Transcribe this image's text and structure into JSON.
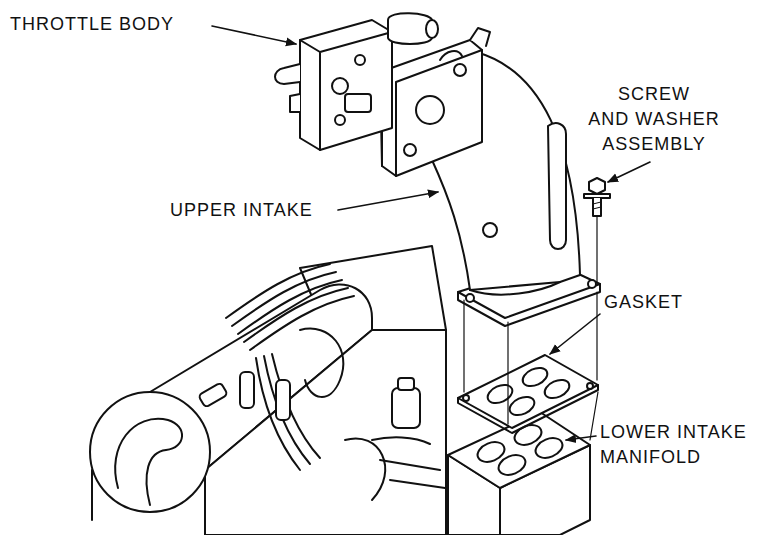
{
  "diagram": {
    "labels": [
      "THROTTLE BODY",
      "SCREW AND WASHER ASSEMBLY",
      "UPPER INTAKE",
      "GASKET",
      "LOWER INTAKE MANIFOLD"
    ]
  }
}
